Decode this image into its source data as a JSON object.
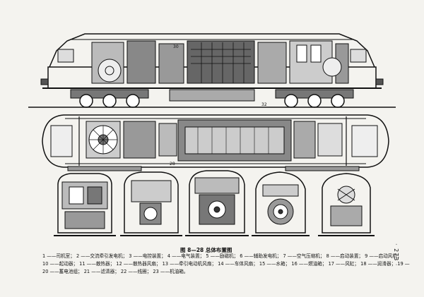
{
  "figure": {
    "caption": "图 8—28  总体布置图",
    "page_number": "· 273 ·",
    "labels": {
      "top_view_num_a": "30",
      "top_view_num_b": "32",
      "plan_view_num": "28"
    }
  },
  "legend": {
    "line1": "1 ——司机室；  2 ——交流牵引发电机；  3 ——电控装置；  4 ——电气装置；  5 ——励磁机；  6 ——辅助发电机；  7 ——空气压缩机；  8 ——启动装置；  9 ——启动风机；",
    "line2": "10 ——起动器；  11 ——散热器；  12 ——散热器风扇；  13 ——牵引电动机风扇；  14 ——车体风扇；  15 ——水箱；  16 ——燃油箱；  17 ——风缸；  18 ——润滑器；  19 ——电磁离合器；",
    "line3": "20 ——蓄电池组；  21 ——滤清器；  22 ——线圈；  23 ——机油箱。"
  }
}
